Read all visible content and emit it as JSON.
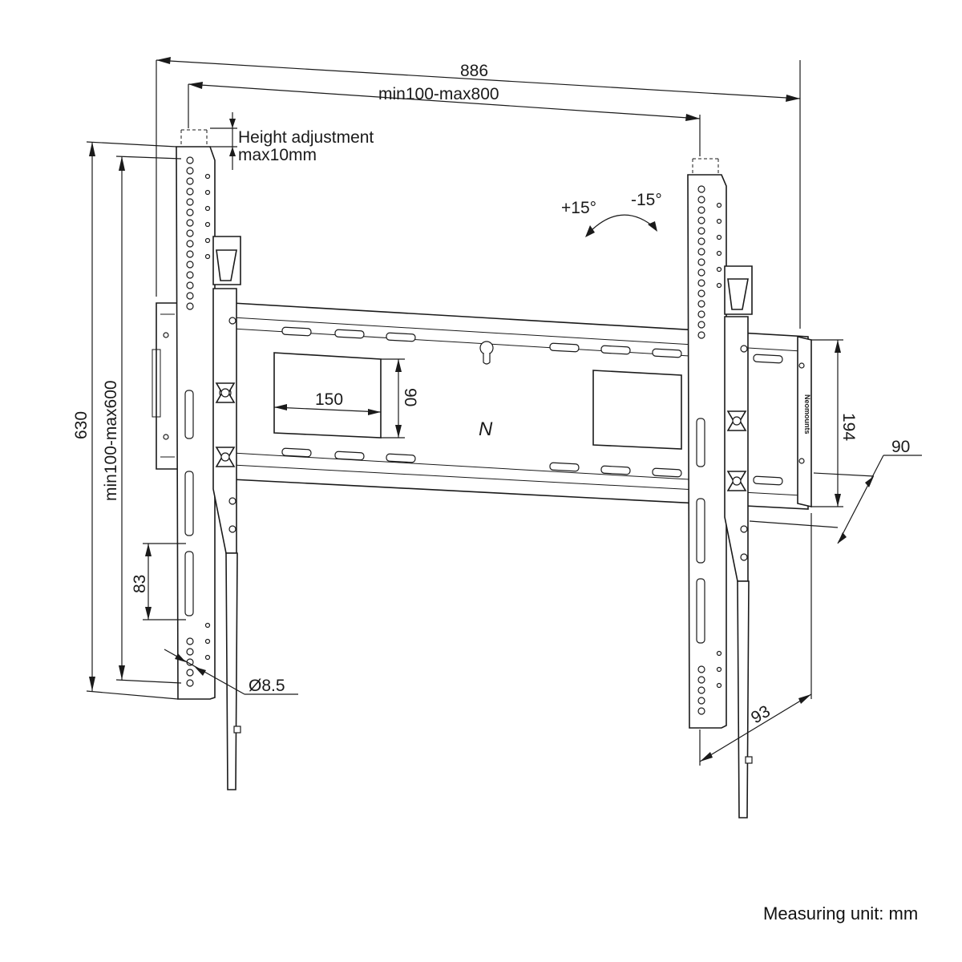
{
  "dimensions": {
    "overall_width": "886",
    "interface_width": "min100-max800",
    "height_adjustment": "Height adjustment",
    "height_adjustment_max": "max10mm",
    "tilt_plus": "+15°",
    "tilt_minus": "-15°",
    "overall_height": "630",
    "interface_height": "min100-max600",
    "slot_length": "83",
    "hole_diameter": "Ø8.5",
    "inner_width": "150",
    "inner_height": "90",
    "rail_height": "194",
    "wall_depth": "90",
    "arm_depth": "93"
  },
  "product": {
    "logo_glyph": "N",
    "brand_label": "Neomounts"
  },
  "footer": {
    "measuring_unit": "Measuring unit: mm"
  }
}
